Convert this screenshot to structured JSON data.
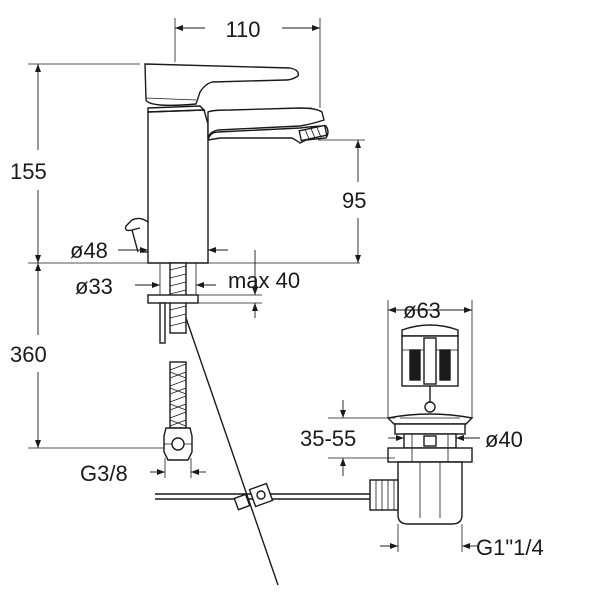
{
  "dimensions": {
    "width_110": "110",
    "height_155": "155",
    "height_95": "95",
    "dia_48": "ø48",
    "dia_33": "ø33",
    "max_40": "max 40",
    "height_360": "360",
    "thread_g38": "G3/8",
    "dia_63": "ø63",
    "range_35_55": "35-55",
    "dia_40": "ø40",
    "thread_g114": "G1\"1/4"
  }
}
